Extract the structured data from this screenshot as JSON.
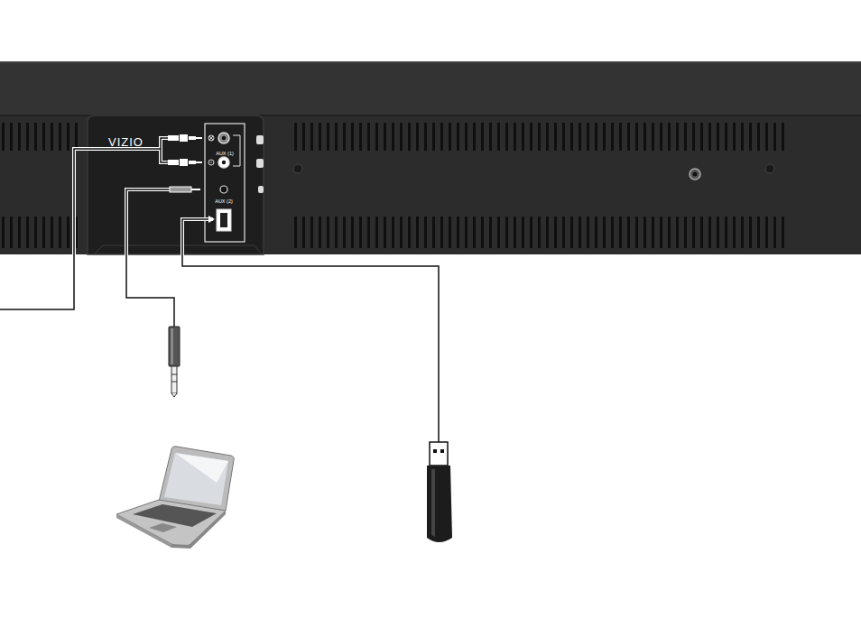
{
  "diagram": {
    "labels": [
      "VIZIO",
      "AUX (1)",
      "AUX (2)"
    ]
  }
}
